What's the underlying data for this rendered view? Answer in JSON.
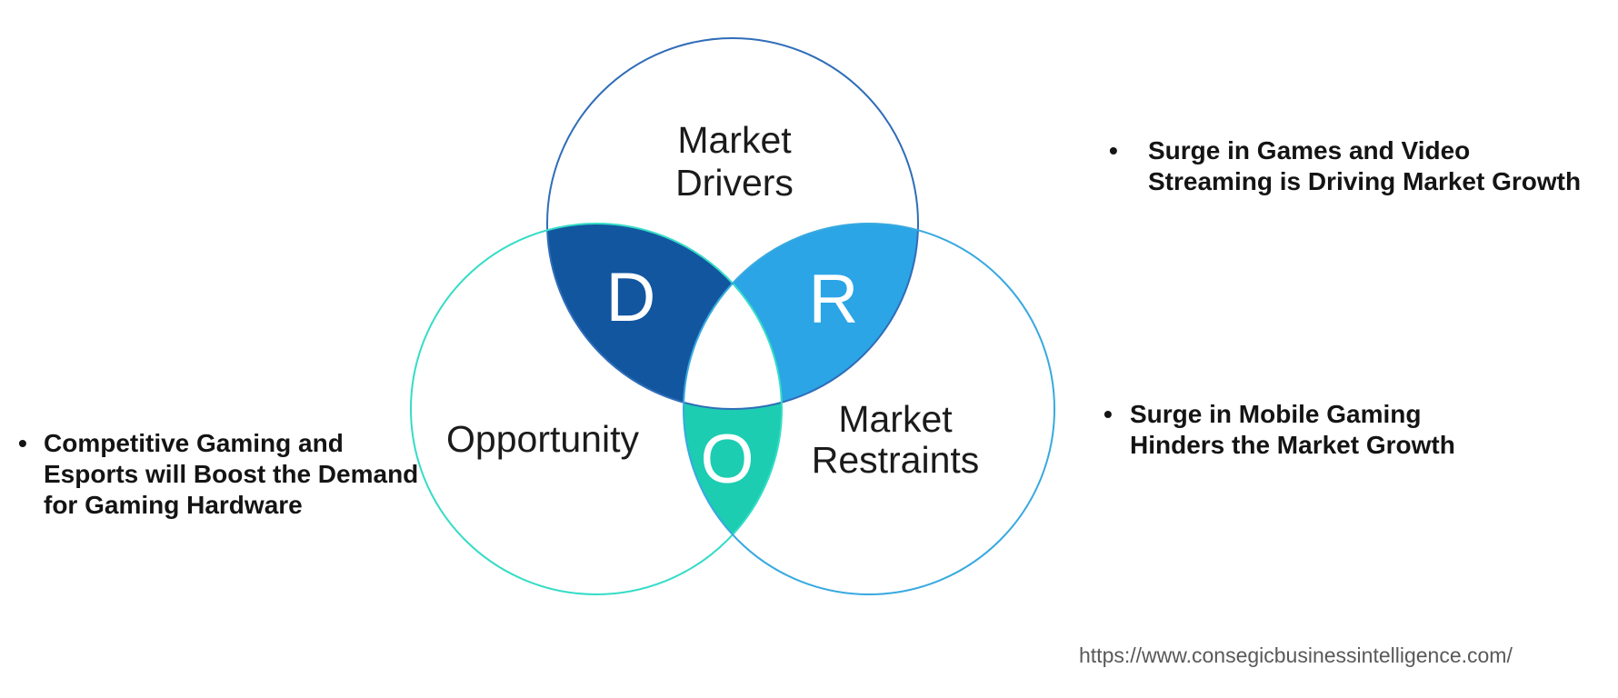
{
  "diagram": {
    "circles": {
      "drivers": {
        "label_lines": [
          "Market",
          "Drivers"
        ],
        "outline_color": "#2f6db8"
      },
      "opportunity": {
        "label_lines": [
          "Opportunity"
        ],
        "outline_color": "#35dcc6"
      },
      "restraints": {
        "label_lines": [
          "Market",
          "Restraints"
        ],
        "outline_color": "#38a9e0"
      }
    },
    "overlaps": {
      "drivers_opportunity": {
        "letter": "D",
        "fill_color": "#1256a0"
      },
      "drivers_restraints": {
        "letter": "R",
        "fill_color": "#2ba5e6"
      },
      "opportunity_restraints": {
        "letter": "O",
        "fill_color": "#1ccdb2"
      },
      "center_fill_color": "#ffffff"
    }
  },
  "annotations": {
    "left": {
      "marker": "•",
      "lines": [
        "Competitive Gaming and",
        "Esports will Boost the Demand",
        "for Gaming Hardware"
      ]
    },
    "right_top": {
      "marker": "•",
      "lines": [
        "Surge in Games and Video",
        "Streaming is Driving Market Growth"
      ]
    },
    "right_bottom": {
      "marker": "•",
      "lines": [
        "Surge in Mobile Gaming",
        "Hinders the Market Growth"
      ]
    }
  },
  "footer": {
    "source_url": "https://www.consegicbusinessintelligence.com/"
  }
}
